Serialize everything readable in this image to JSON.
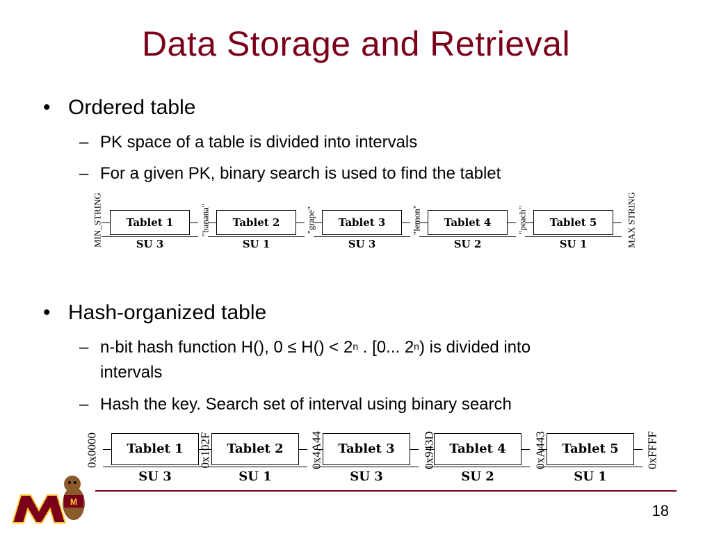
{
  "title": "Data Storage and Retrieval",
  "bullets": [
    {
      "label": "Ordered table",
      "subs": [
        "PK space of a table is divided into intervals",
        "For a given PK, binary search is used to find the tablet"
      ]
    },
    {
      "label": "Hash-organized table",
      "subs_hash_1": {
        "a": "n-bit hash function H(), 0 ≤ H() < 2",
        "sup1": "n",
        "b": " . [0... 2",
        "sup2": "n",
        "c": ") is divided into",
        "d": "intervals"
      },
      "subs_hash_2": "Hash the key. Search set of interval using binary search"
    }
  ],
  "ordered_diagram": {
    "tablets": [
      "Tablet 1",
      "Tablet 2",
      "Tablet 3",
      "Tablet 4",
      "Tablet 5"
    ],
    "su": [
      "SU 3",
      "SU 1",
      "SU 3",
      "SU 2",
      "SU 1"
    ],
    "boundaries": [
      "MIN_STRING",
      "\"banana\"",
      "\"grape\"",
      "\"lemon\"",
      "\"peach\"",
      "MAX STRING"
    ]
  },
  "hash_diagram": {
    "tablets": [
      "Tablet 1",
      "Tablet 2",
      "Tablet 3",
      "Tablet 4",
      "Tablet 5"
    ],
    "su": [
      "SU 3",
      "SU 1",
      "SU 3",
      "SU 2",
      "SU 1"
    ],
    "boundaries": [
      "0x0000",
      "0x102F",
      "0x4A44",
      "0x943D",
      "0xA443",
      "0xFFFF"
    ]
  },
  "page_number": "18",
  "colors": {
    "title": "#7a0019",
    "logo_maroon": "#7a0019",
    "logo_gold": "#ffcc33"
  }
}
